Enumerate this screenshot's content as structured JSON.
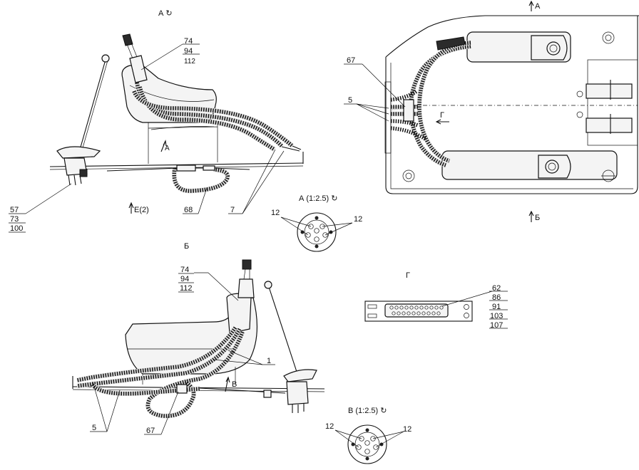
{
  "views": {
    "a_top": {
      "title": "А ↻"
    },
    "b_side": {
      "title": "Б"
    },
    "g_detail": {
      "title": "Г"
    },
    "a_detail": {
      "title": "А (1:2.5) ↻"
    },
    "v_detail": {
      "title": "В (1:2.5) ↻"
    }
  },
  "arrows": {
    "a_small": "А",
    "a_right": "А",
    "b_right": "Б",
    "g_right": "Г",
    "e2": "Е(2)",
    "v_small": "В"
  },
  "callouts": {
    "top_left_stack": [
      "74",
      "94",
      "112"
    ],
    "bottom_left_stack": [
      "57",
      "73",
      "100"
    ],
    "b_side_stack": [
      "74",
      "94",
      "112"
    ],
    "g_stack": [
      "62",
      "86",
      "91",
      "103",
      "107"
    ],
    "c68": "68",
    "c7": "7",
    "c67_right": "67",
    "c5_right": "5",
    "c12_a_left": "12",
    "c12_a_right": "12",
    "c12_v_left": "12",
    "c12_v_right": "12",
    "c1": "1",
    "c5_b": "5",
    "c67_b": "67"
  }
}
